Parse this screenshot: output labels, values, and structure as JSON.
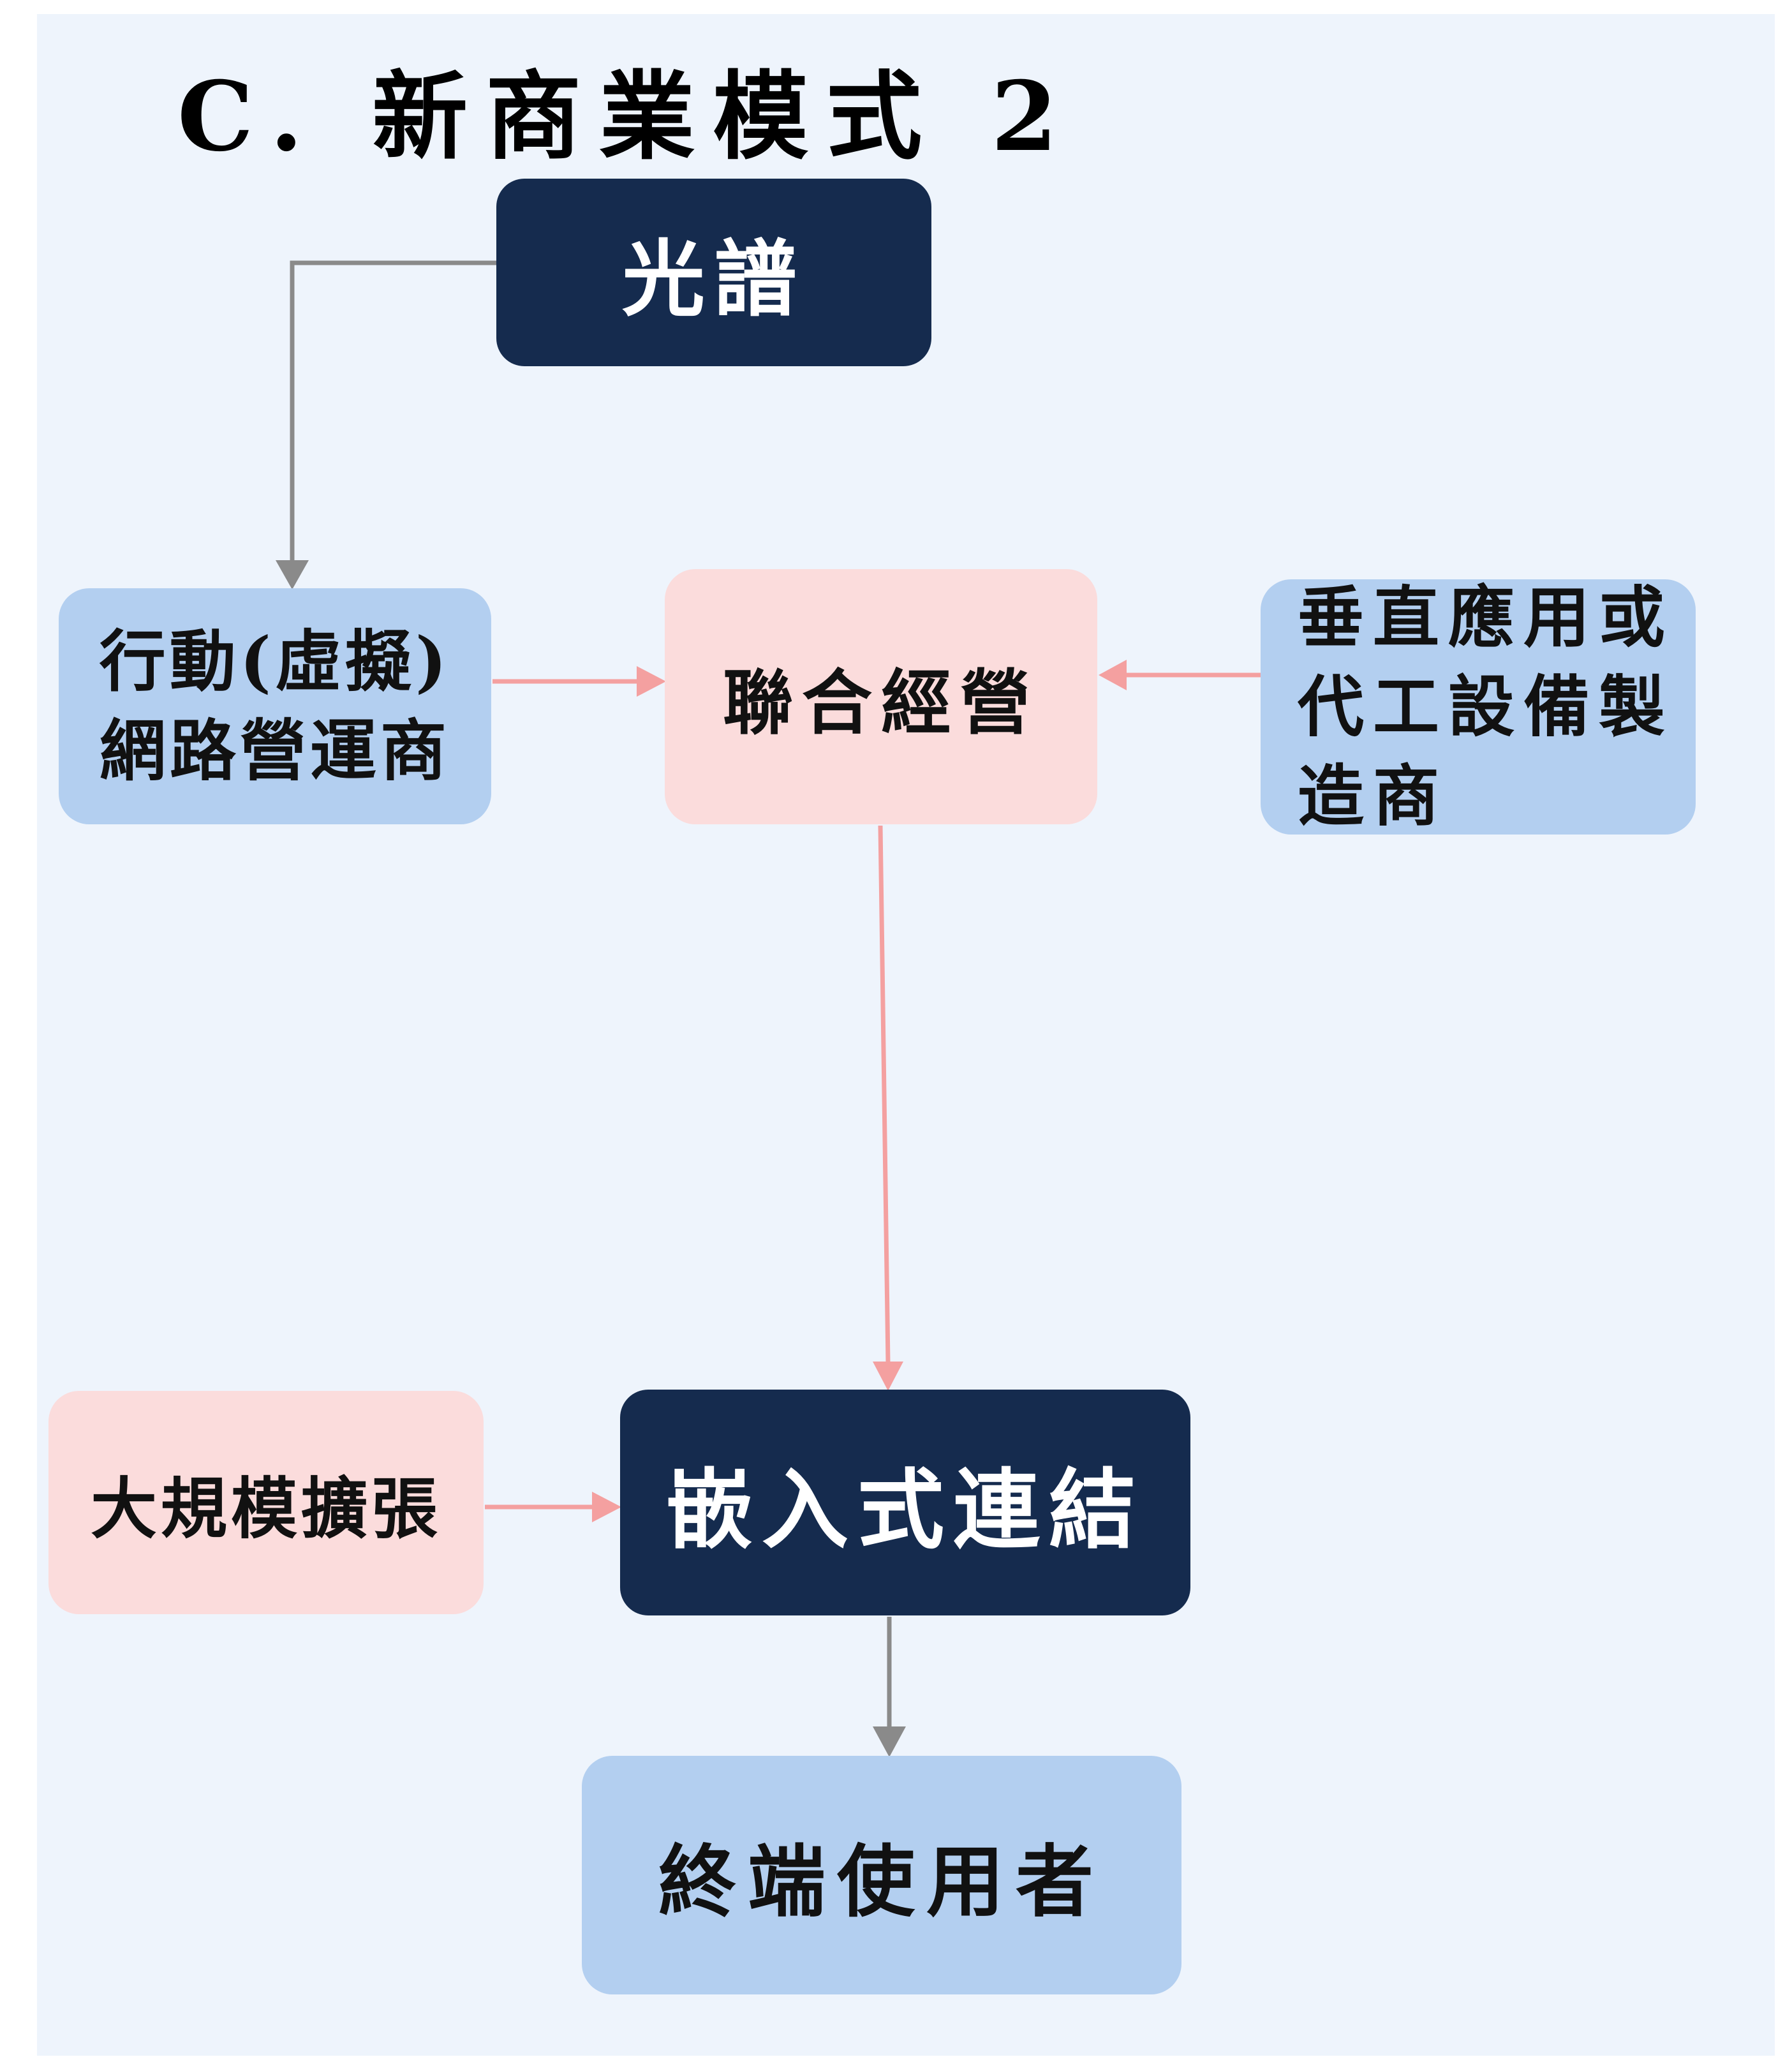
{
  "title": "C. 新商業模式 2",
  "nodes": {
    "spectrum": "光譜",
    "mno_line1": "行動(虛擬)",
    "mno_line2": "網路營運商",
    "joint": "聯合經營",
    "vertical_line1": "垂直應用或",
    "vertical_line2": "代工設備製",
    "vertical_line3": "造商",
    "embedded": "嵌入式連結",
    "scale": "大規模擴張",
    "end_user": "終端使用者"
  },
  "colors": {
    "navy_box": "#152b4e",
    "blue_box": "#b3cff0",
    "pink_box": "#fbdcdc",
    "background": "#eef4fc",
    "gray_arrow": "#8a8a8a",
    "pink_arrow": "#f4a0a0"
  },
  "edges": [
    {
      "from": "spectrum",
      "to": "mno",
      "color": "gray"
    },
    {
      "from": "mno",
      "to": "joint",
      "color": "pink"
    },
    {
      "from": "vertical",
      "to": "joint",
      "color": "pink"
    },
    {
      "from": "joint",
      "to": "embedded",
      "color": "pink"
    },
    {
      "from": "scale",
      "to": "embedded",
      "color": "pink"
    },
    {
      "from": "embedded",
      "to": "end_user",
      "color": "gray"
    }
  ]
}
